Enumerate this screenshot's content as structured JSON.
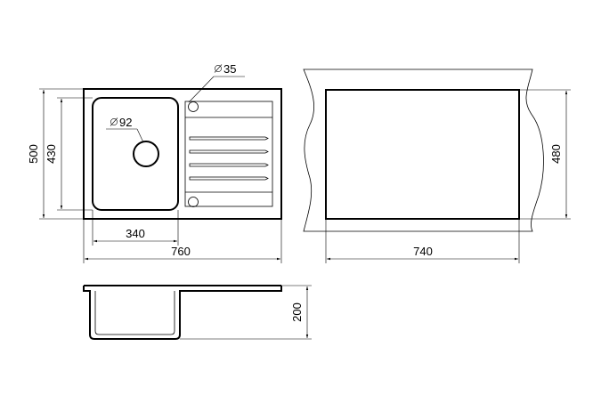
{
  "dimensions": {
    "top_view_width": "760",
    "top_view_height": "500",
    "bowl_width": "340",
    "bowl_height": "430",
    "drain_diameter": "92",
    "tap_hole_diameter": "35",
    "cutout_width": "740",
    "cutout_height": "480",
    "depth": "200"
  },
  "symbols": {
    "diameter": "⌀"
  }
}
